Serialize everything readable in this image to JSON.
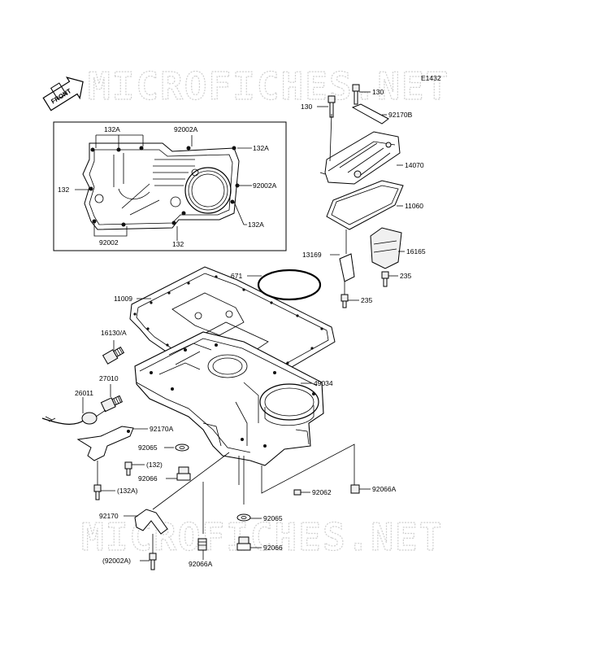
{
  "diagram": {
    "code": "E1432",
    "front_arrow_label": "FRONT",
    "watermark_text": "MICROFICHES.NET",
    "callouts": {
      "c130_left": "130",
      "c130_right": "130",
      "c92170B": "92170B",
      "c14070": "14070",
      "c11060": "11060",
      "c16165": "16165",
      "c13169": "13169",
      "c235_right": "235",
      "c235_bottom": "235",
      "c671": "671",
      "c11009": "11009",
      "c16130A": "16130/A",
      "c27010": "27010",
      "c26011": "26011",
      "c49034": "49034",
      "c92170A": "92170A",
      "c92065_left": "92065",
      "c132_paren": "(132)",
      "c92066_left": "92066",
      "c132A_paren": "(132A)",
      "c92062": "92062",
      "c92066A_right": "92066A",
      "c92170": "92170",
      "c92065_bottom": "92065",
      "c92066_bottom": "92066",
      "c92002A_paren": "(92002A)",
      "c92066A_bottom": "92066A"
    },
    "inset": {
      "c132A_top": "132A",
      "c92002A_top": "92002A",
      "c132A_right": "132A",
      "c132_left": "132",
      "c92002A_right": "92002A",
      "c132A_lower_right": "132A",
      "c92002_bottom": "92002",
      "c132_bottom": "132"
    }
  }
}
